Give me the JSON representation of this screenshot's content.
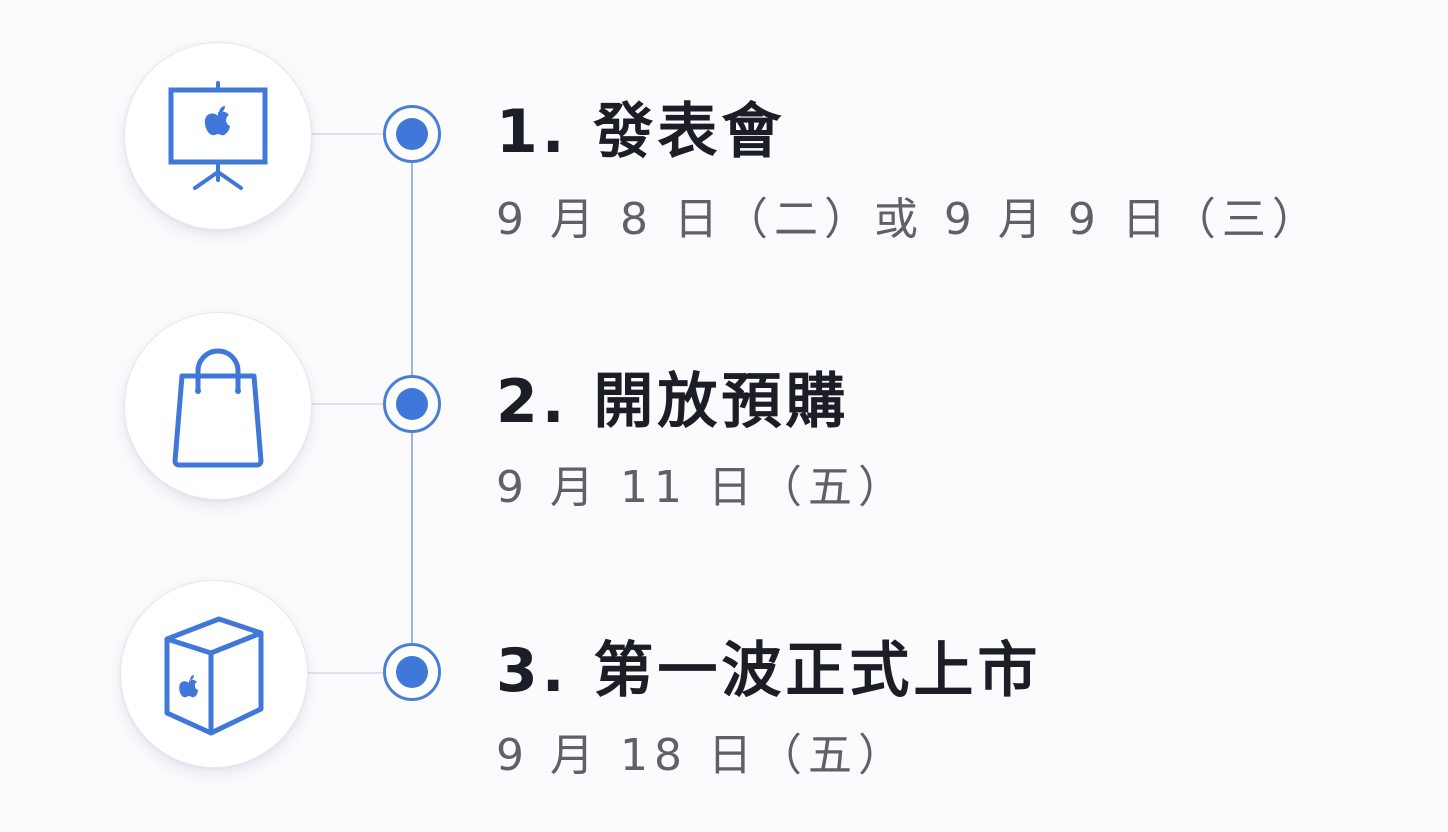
{
  "timeline": {
    "accent_color": "#3f78d8",
    "steps": [
      {
        "title": "1. 發表會",
        "date": "9 月 8 日（二）或 9 月 9 日（三）",
        "icon": "presentation-screen-icon"
      },
      {
        "title": "2. 開放預購",
        "date": "9 月 11 日（五）",
        "icon": "shopping-bag-icon"
      },
      {
        "title": "3. 第一波正式上市",
        "date": "9 月 18 日（五）",
        "icon": "product-box-icon"
      }
    ]
  }
}
